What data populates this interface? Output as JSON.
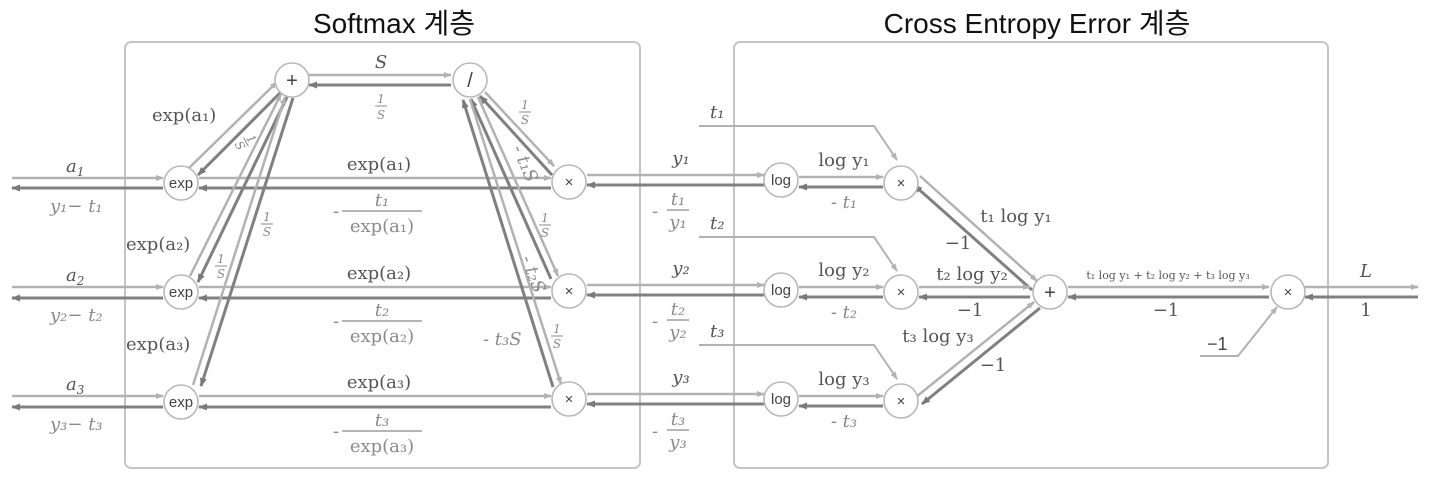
{
  "titles": {
    "softmax": "Softmax 계층",
    "cross_entropy": "Cross Entropy Error 계층"
  },
  "nodes": {
    "exp": "exp",
    "plus": "+",
    "div": "/",
    "mul": "×",
    "log": "log"
  },
  "inputs": {
    "a1": "a",
    "a1_sub": "1",
    "a2": "a",
    "a2_sub": "2",
    "a3": "a",
    "a3_sub": "3"
  },
  "input_grads": [
    "y₁− t₁",
    "y₂− t₂",
    "y₃− t₃"
  ],
  "exp_out": [
    "exp(a₁)",
    "exp(a₂)",
    "exp(a₃)"
  ],
  "exp_grad_num": [
    "t₁",
    "t₂",
    "t₃"
  ],
  "exp_grad_den": [
    "exp(a₁)",
    "exp(a₂)",
    "exp(a₃)"
  ],
  "minus": "-",
  "sum_fwd": "S",
  "sum_bwd_num": "1",
  "sum_bwd_den": "S",
  "diag_labels": {
    "exp_a1": "exp(a₁)",
    "exp_a2": "exp(a₂)",
    "exp_a3": "exp(a₃)",
    "inv_s": "1/S",
    "neg_t1S": "- t₁S",
    "neg_t2S": "- t₂S",
    "neg_t3S": "- t₃S"
  },
  "y_out": [
    "y₁",
    "y₂",
    "y₃"
  ],
  "y_grad_num": [
    "t₁",
    "t₂",
    "t₃"
  ],
  "y_grad_den": [
    "y₁",
    "y₂",
    "y₃"
  ],
  "t_inputs": [
    "t₁",
    "t₂",
    "t₃"
  ],
  "log_out": [
    "log y₁",
    "log y₂",
    "log y₃"
  ],
  "log_grad": [
    "- t₁",
    "- t₂",
    "- t₃"
  ],
  "prod_out": [
    "t₁ log y₁",
    "t₂ log y₂",
    "t₃ log y₃"
  ],
  "prod_grad": [
    "−1",
    "−1",
    "−1"
  ],
  "sum_total": "t₁ log y₁ + t₂ log y₂ + t₃ log y₃",
  "sum_total_grad": "−1",
  "const_input": "−1",
  "loss_label": "L",
  "loss_grad": "1"
}
